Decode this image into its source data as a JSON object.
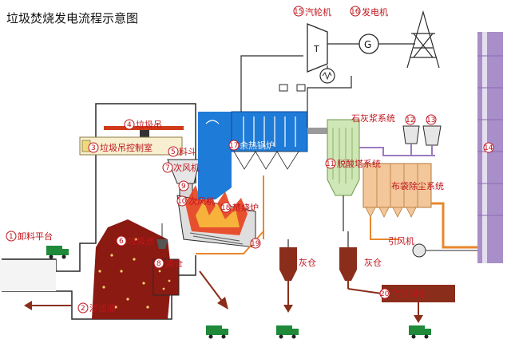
{
  "title": "垃圾焚烧发电流程示意图",
  "labels": {
    "turbine": "汽轮机",
    "generator": "发电机",
    "crane": "垃圾吊",
    "crane_control": "垃圾吊控制室",
    "hopper": "料斗",
    "boiler": "余热锅炉",
    "air_blower": "次风机",
    "primary_fan": "次风机",
    "furnace": "焚烧炉",
    "unloading": "卸料平台",
    "pit": "垃圾池",
    "leachate": "渗滤液",
    "slag": "渣仓",
    "lime": "石灰浆系统",
    "acid_tower": "脱酸塔系统",
    "baghouse": "布袋除尘系统",
    "ash1": "灰仓",
    "ash2": "灰仓",
    "id_fan": "引风机",
    "solidify": "飞灰固化"
  },
  "numbers": {
    "n1": "1",
    "n2": "2",
    "n3": "3",
    "n4": "4",
    "n5": "5",
    "n6": "6",
    "n7": "7",
    "n8": "8",
    "n9": "9",
    "n10": "10",
    "n11": "11",
    "n12": "12",
    "n13": "13",
    "n14": "14",
    "n15": "15",
    "n16": "16",
    "n17": "17",
    "n18": "18",
    "n19": "19",
    "n20": "20"
  },
  "symbols": {
    "turbine": "T",
    "generator": "G"
  },
  "colors": {
    "outline": "#2a2a2a",
    "label": "#c0141c",
    "boiler_blue": "#1f7bd8",
    "flue_gray": "#9a9a9a",
    "flame": "#e8401c",
    "garbage": "#8a1a12",
    "green_dust": "#cfe6b6",
    "baghouse_orange": "#f3c79a",
    "stack_purple": "#a98fc9",
    "truck_green": "#1e8a3a",
    "ash_brown": "#8a2e1b",
    "pipe_orange": "#e8872c"
  },
  "icons": [
    "transmission-tower-icon",
    "truck-icon",
    "generator-icon",
    "turbine-icon"
  ]
}
